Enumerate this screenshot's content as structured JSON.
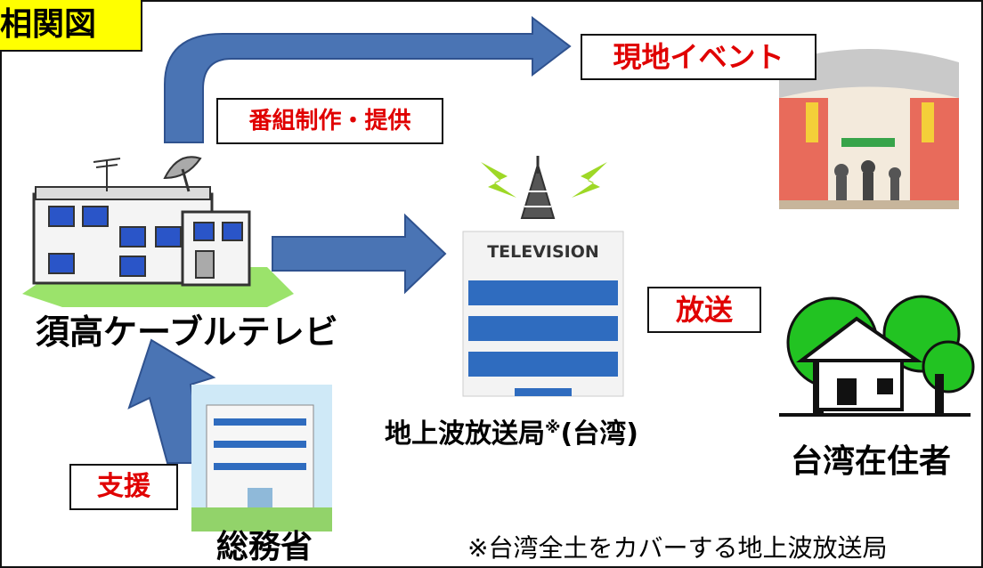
{
  "title": "相関図",
  "labels": {
    "event": "現地イベント",
    "production": "番組制作・提供",
    "broadcast": "放送",
    "support": "支援",
    "cable_tv": "須高ケーブルテレビ",
    "station_main": "地上波放送局",
    "station_mark": "※",
    "station_region": "(台湾)",
    "residents": "台湾在住者",
    "ministry": "総務省",
    "tv_sign": "TELEVISION"
  },
  "footnote": "※台湾全土をカバーする地上波放送局",
  "colors": {
    "arrow": "#4a74b4",
    "arrow_outline": "#2f528f",
    "title_bg": "#ffff00",
    "red_text": "#e00000",
    "tree": "#22c322"
  },
  "icons": [
    "arrow-icon",
    "building-icon",
    "satellite-dish-icon",
    "tv-tower-icon",
    "lightning-icon",
    "house-icon",
    "tree-icon",
    "shopping-arcade-image",
    "office-building-icon"
  ]
}
